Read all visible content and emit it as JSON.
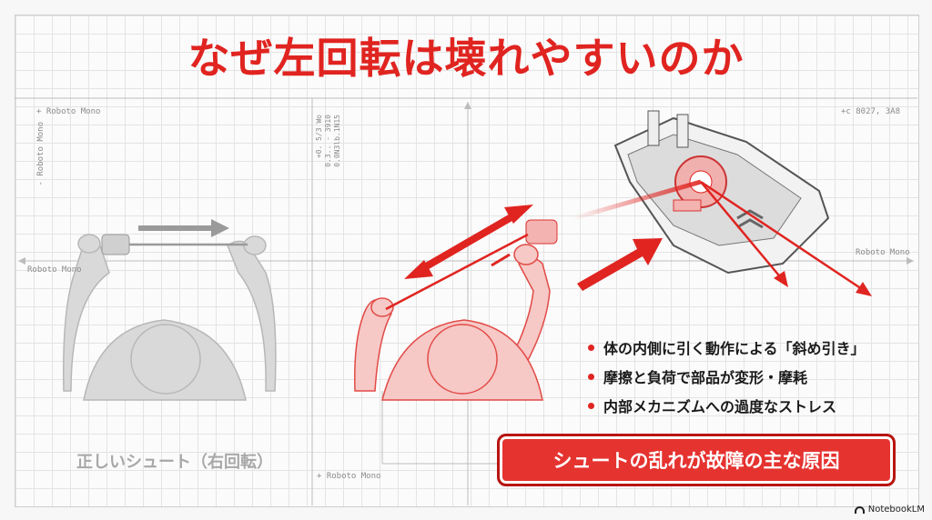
{
  "title": "なぜ左回転は壊れやすいのか",
  "annotations": {
    "roboto_top_left": "+ Roboto Mono",
    "roboto_vertical_left": "- Roboto Mono",
    "roboto_mid_left": "Roboto Mono",
    "roboto_mid_right": "Roboto Mono",
    "roboto_bottom": "+ Roboto Mono",
    "code_top_right": "+c 8027, 3A8",
    "vertical_code_1": "+0. 5/3 Wo",
    "vertical_code_2": "0.3.. - 3910",
    "vertical_code_3": "0.0N3lb.1N15"
  },
  "left_caption": "正しいシュート（右回転）",
  "bullets": [
    "体の内側に引く動作による「斜め引き」",
    "摩擦と負荷で部品が変形・摩耗",
    "内部メカニズムへの過度なストレス"
  ],
  "callout": "シュートの乱れが故障の主な原因",
  "branding": "NotebookLM",
  "colors": {
    "accent": "#e02420",
    "muted": "#a8a8a8"
  }
}
